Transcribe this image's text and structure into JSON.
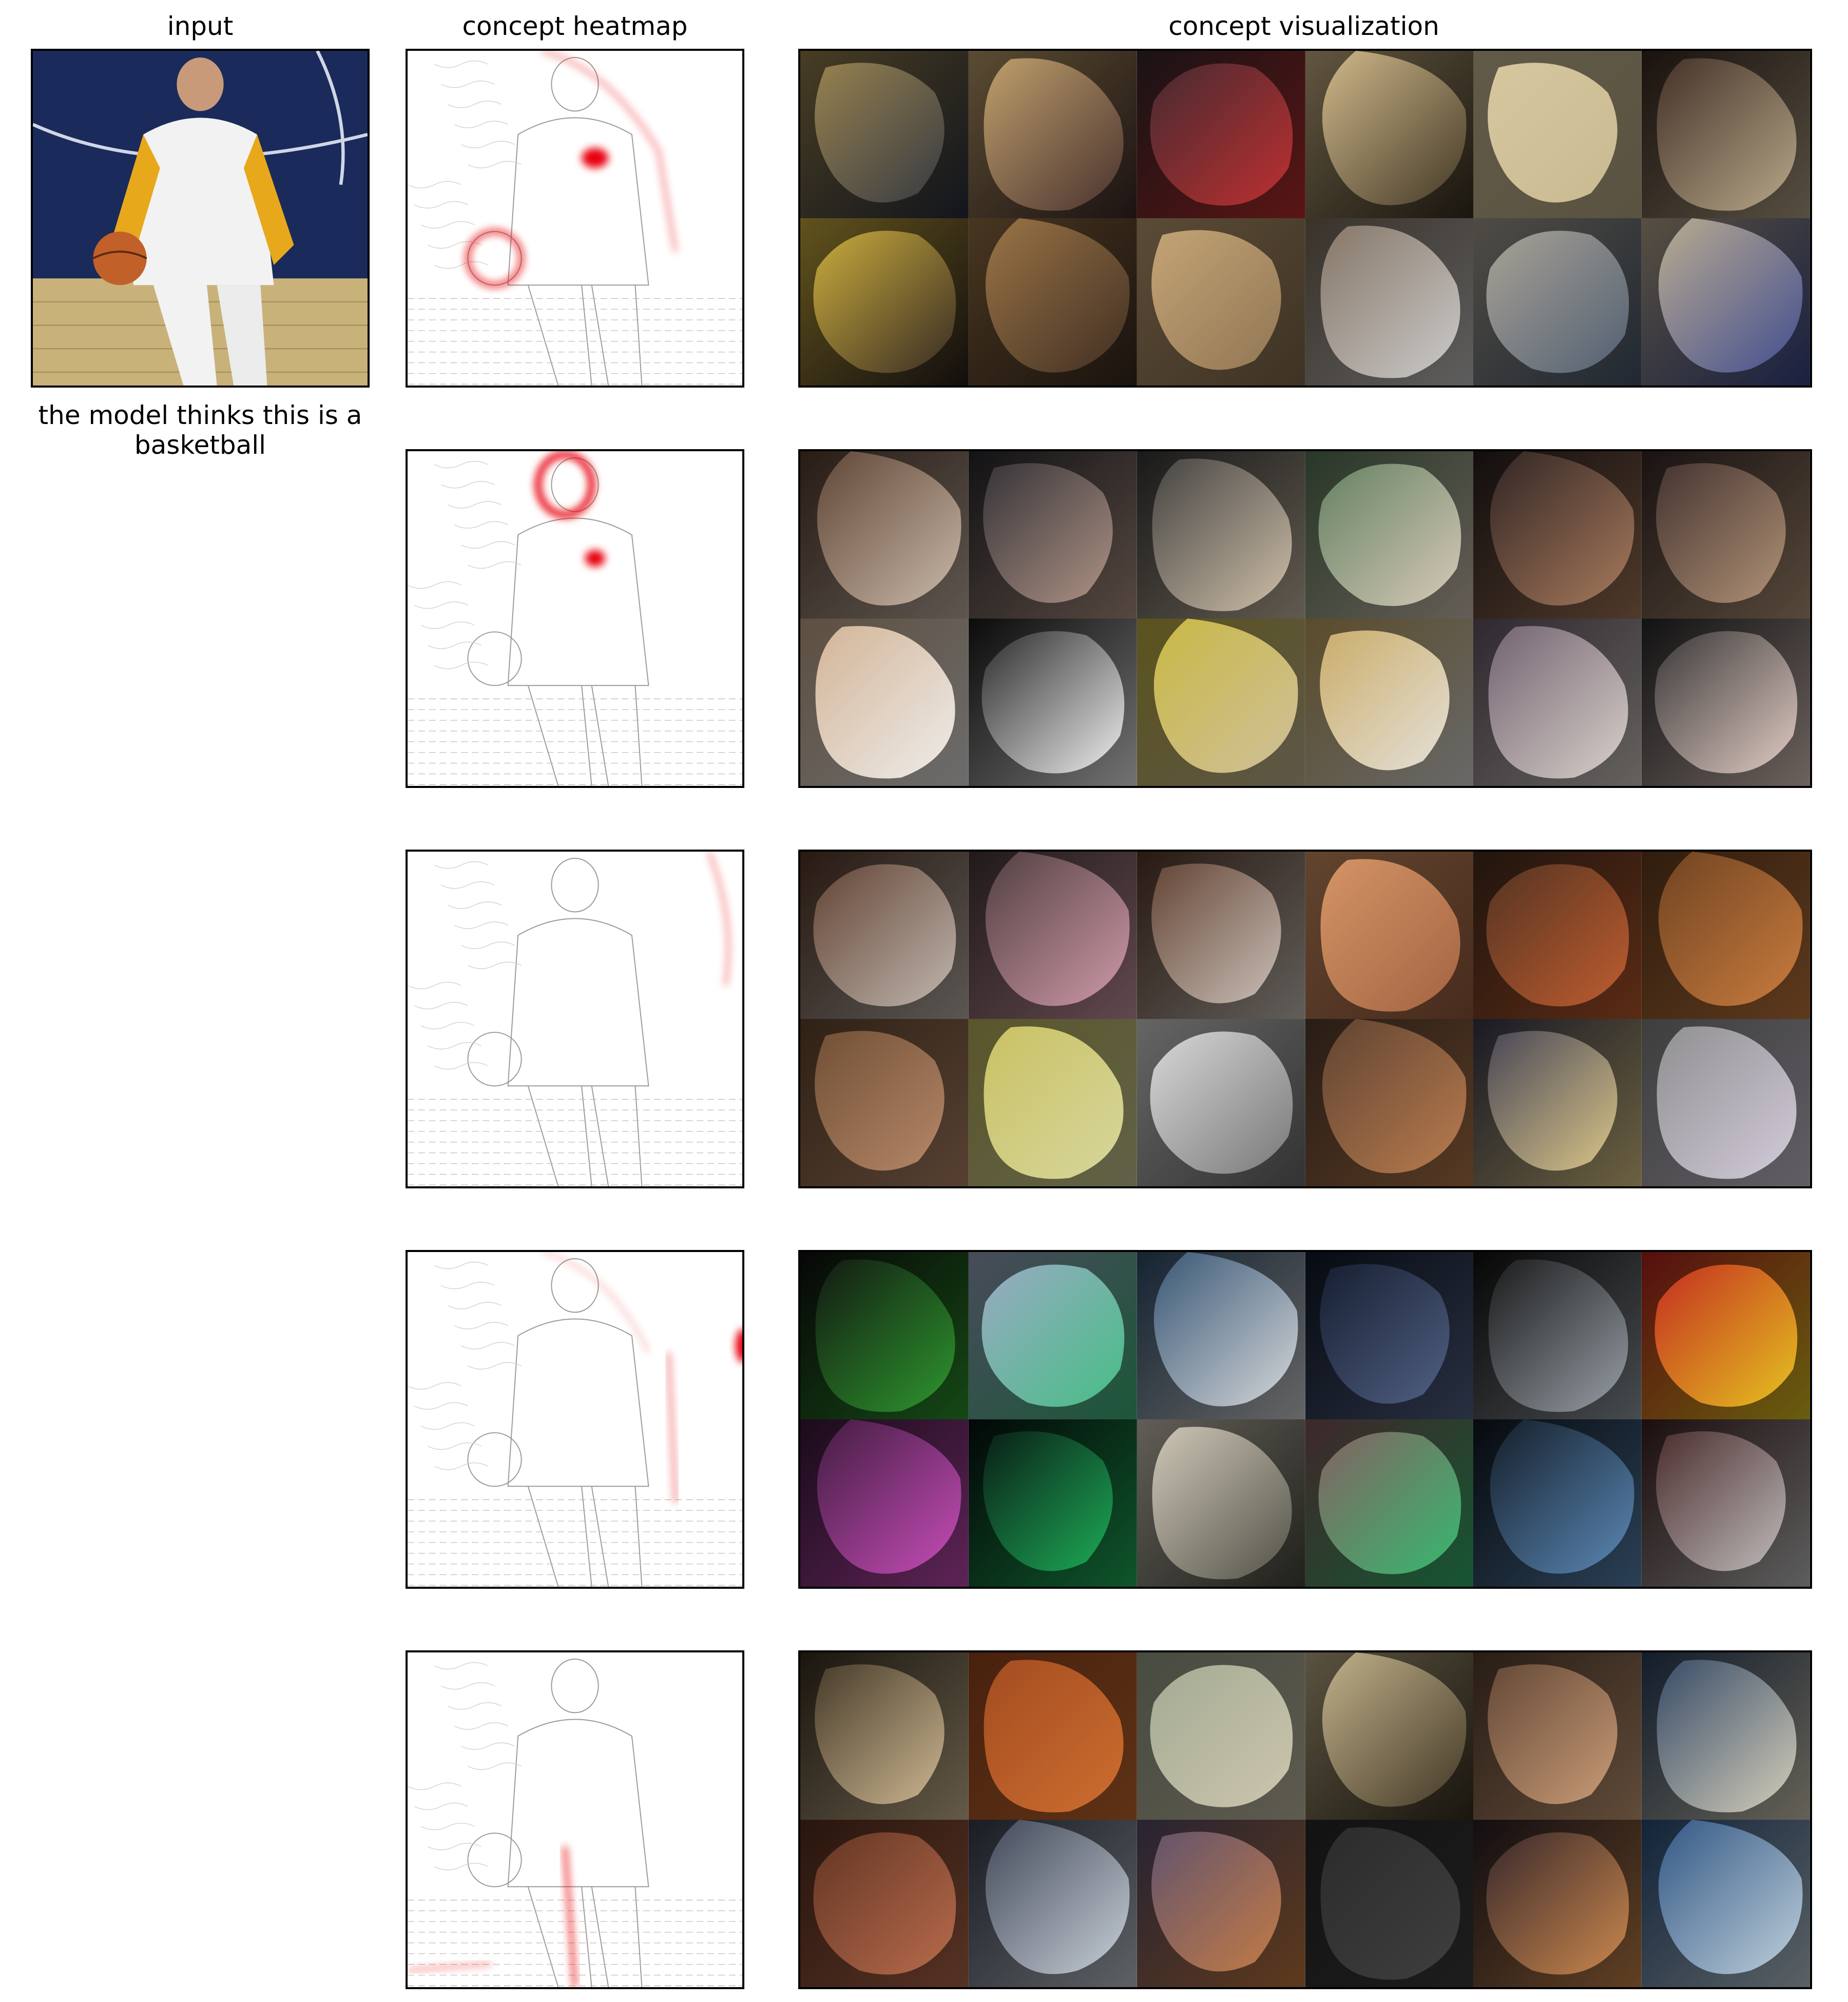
{
  "headers": {
    "input": "input",
    "heatmap": "concept heatmap",
    "visualization": "concept visualization"
  },
  "prediction_text": "the model thinks this is a basketball",
  "colors": {
    "heat_red": "#e8000b",
    "sketch_gray": "#9a9a9a",
    "court_navy": "#1a2a5a",
    "jersey_yellow": "#e8a81c",
    "floor_wood": "#c9b27a",
    "dim_overlay": "#000000"
  },
  "concepts": [
    {
      "heat": "chest-and-ball",
      "tiles": [
        [
          "#a08850",
          "#2a3040"
        ],
        [
          "#c8a870",
          "#402a2a"
        ],
        [
          "#3a2a30",
          "#c83030"
        ],
        [
          "#d8c090",
          "#3a3020"
        ],
        [
          "#d8c8a0",
          "#c8b890"
        ],
        [
          "#3a2820",
          "#c0b090"
        ],
        [
          "#d8b840",
          "#2a2020"
        ],
        [
          "#a07848",
          "#3a2a20"
        ],
        [
          "#c8a878",
          "#8a7050"
        ],
        [
          "#807060",
          "#d0d0d0"
        ],
        [
          "#b0a898",
          "#4a5a70"
        ],
        [
          "#c0b090",
          "#3a4890"
        ]
      ]
    },
    {
      "heat": "face",
      "tiles": [
        [
          "#5a4030",
          "#d0c0b0"
        ],
        [
          "#2a2a30",
          "#c0a090"
        ],
        [
          "#3a3a3a",
          "#d8c8b0"
        ],
        [
          "#5a7a5a",
          "#e0d0c0"
        ],
        [
          "#2a2020",
          "#b08060"
        ],
        [
          "#3a2a2a",
          "#c0a080"
        ],
        [
          "#d0b090",
          "#f0f0f0"
        ],
        [
          "#1a1a1a",
          "#ffffff"
        ],
        [
          "#c8b840",
          "#d0c0a0"
        ],
        [
          "#c8a860",
          "#e8e8e8"
        ],
        [
          "#6a5a6a",
          "#e0d8d0"
        ],
        [
          "#2a2a2a",
          "#f0d8d0"
        ]
      ]
    },
    {
      "heat": "horizontal-edges",
      "tiles": [
        [
          "#5a3a2a",
          "#c8c0b8"
        ],
        [
          "#4a3a3a",
          "#d8a0b0"
        ],
        [
          "#5a3a2a",
          "#d8d0c8"
        ],
        [
          "#d89868",
          "#a06040"
        ],
        [
          "#4a3020",
          "#c86030"
        ],
        [
          "#6a4020",
          "#d08040"
        ],
        [
          "#6a4a30",
          "#c09070"
        ],
        [
          "#c8c060",
          "#d8d8a0"
        ],
        [
          "#e0e0e0",
          "#707070"
        ],
        [
          "#5a4030",
          "#c08050"
        ],
        [
          "#3a3a50",
          "#f0d890"
        ],
        [
          "#8a8a8a",
          "#d8d0e0"
        ]
      ]
    },
    {
      "heat": "right-edge",
      "tiles": [
        [
          "#101010",
          "#30a030"
        ],
        [
          "#a0a8c8",
          "#40c080"
        ],
        [
          "#305070",
          "#e0e0e0"
        ],
        [
          "#101828",
          "#5a6a90"
        ],
        [
          "#101010",
          "#a0a8b0"
        ],
        [
          "#c02020",
          "#e8d020"
        ],
        [
          "#3a1a3a",
          "#d050c0"
        ],
        [
          "#081010",
          "#20c060"
        ],
        [
          "#d8d0c0",
          "#4a4a40"
        ],
        [
          "#8a5a60",
          "#30c070"
        ],
        [
          "#101820",
          "#6090c0"
        ],
        [
          "#402020",
          "#d0d0d0"
        ]
      ]
    },
    {
      "heat": "bottom-left",
      "tiles": [
        [
          "#3a3020",
          "#e0c8a0"
        ],
        [
          "#a04a20",
          "#d07030"
        ],
        [
          "#a0a890",
          "#d0c8b0"
        ],
        [
          "#c8b890",
          "#3a3020"
        ],
        [
          "#5a4030",
          "#d8a880"
        ],
        [
          "#2a4060",
          "#e0d8c0"
        ],
        [
          "#5a3020",
          "#c07050"
        ],
        [
          "#3a4050",
          "#d0d8e0"
        ],
        [
          "#5a5070",
          "#d08040"
        ],
        [
          "#2a2a2a",
          "#404040"
        ],
        [
          "#2a2028",
          "#d89050"
        ],
        [
          "#2a5080",
          "#c8d8e0"
        ]
      ]
    }
  ]
}
